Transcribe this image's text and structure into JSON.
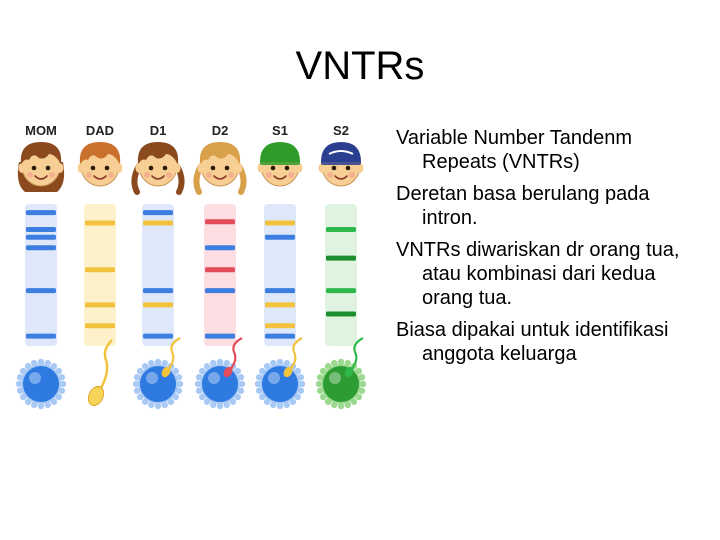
{
  "slide": {
    "title": "VNTRs",
    "bullets": [
      "Variable Number Tandenm  Repeats (VNTRs)",
      "Deretan basa berulang pada intron.",
      "VNTRs diwariskan dr orang tua, atau kombinasi dari kedua orang tua.",
      "Biasa dipakai untuk identifikasi anggota keluarga"
    ]
  },
  "figure": {
    "lanes": [
      {
        "label": "MOM",
        "figure": "girl-brown",
        "column": "blue",
        "cell": "egg-blue",
        "bands": [
          [
            "#3d7fe0",
            0.02
          ],
          [
            "#3d7fe0",
            0.15
          ],
          [
            "#3d7fe0",
            0.21
          ],
          [
            "#3d7fe0",
            0.29
          ],
          [
            "#3d7fe0",
            0.62
          ],
          [
            "#3d7fe0",
            0.97
          ]
        ]
      },
      {
        "label": "DAD",
        "figure": "boy-orange",
        "column": "yellow",
        "cell": "sperm-yellow",
        "bands": [
          [
            "#f2c23d",
            0.1
          ],
          [
            "#f2c23d",
            0.46
          ],
          [
            "#f2c23d",
            0.73
          ],
          [
            "#f2c23d",
            0.89
          ]
        ]
      },
      {
        "label": "D1",
        "figure": "girl-braids",
        "column": "blue",
        "cell": "egg-sperm-yellow",
        "bands": [
          [
            "#3d7fe0",
            0.02
          ],
          [
            "#f2c23d",
            0.1
          ],
          [
            "#3d7fe0",
            0.62
          ],
          [
            "#f2c23d",
            0.73
          ],
          [
            "#3d7fe0",
            0.97
          ]
        ]
      },
      {
        "label": "D2",
        "figure": "girl-blonde",
        "column": "pink",
        "cell": "egg-sperm-red",
        "bands": [
          [
            "#e44c5a",
            0.09
          ],
          [
            "#3d7fe0",
            0.29
          ],
          [
            "#e44c5a",
            0.46
          ],
          [
            "#3d7fe0",
            0.62
          ],
          [
            "#3d7fe0",
            0.97
          ]
        ]
      },
      {
        "label": "S1",
        "figure": "boy-green-cap",
        "column": "blue",
        "cell": "egg-sperm-yellow",
        "bands": [
          [
            "#f2c23d",
            0.1
          ],
          [
            "#3d7fe0",
            0.21
          ],
          [
            "#3d7fe0",
            0.62
          ],
          [
            "#f2c23d",
            0.73
          ],
          [
            "#f2c23d",
            0.89
          ],
          [
            "#3d7fe0",
            0.97
          ]
        ]
      },
      {
        "label": "S2",
        "figure": "boy-blue-cap",
        "column": "green",
        "cell": "egg-green",
        "bands": [
          [
            "#2fb84a",
            0.15
          ],
          [
            "#1a8f2f",
            0.37
          ],
          [
            "#2fb84a",
            0.62
          ],
          [
            "#1a8f2f",
            0.8
          ]
        ]
      }
    ],
    "colors": {
      "blue": "#3d7fe0",
      "yellow": "#f2c23d",
      "red": "#e44c5a",
      "green": "#2fb84a",
      "skin": "#f7cf94",
      "hair_brown": "#8a4a1e",
      "hair_orange": "#c9702c",
      "hair_blonde": "#d9a04a",
      "cap_green": "#2f9c2a",
      "cap_blue": "#2a3f8f"
    }
  }
}
